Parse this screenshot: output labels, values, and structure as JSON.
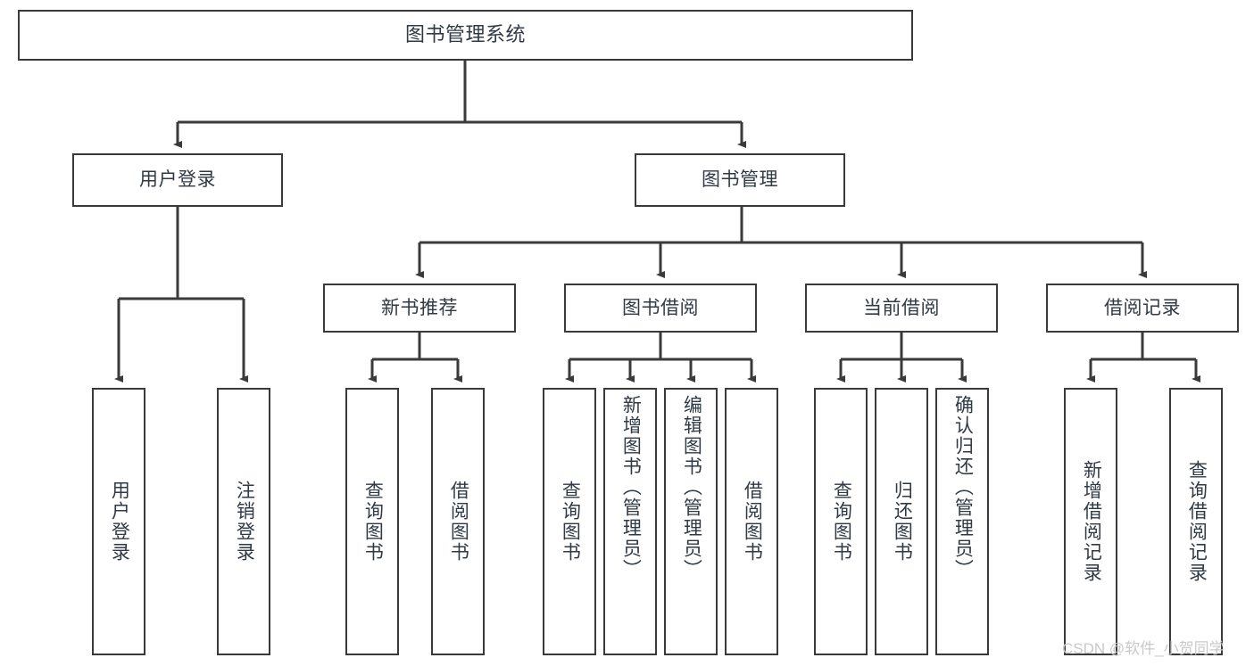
{
  "diagram": {
    "title": "图书管理系统",
    "type": "tree-hierarchy-chart",
    "background_color": "#ffffff",
    "box_border_color": "#3a3a3a",
    "text_color": "#2f3a46",
    "connector_color": "#3a3a3a"
  },
  "nodes": {
    "root": {
      "label": "图书管理系统"
    },
    "level1": [
      {
        "label": "用户登录"
      },
      {
        "label": "图书管理"
      }
    ],
    "level2": [
      {
        "label": "新书推荐"
      },
      {
        "label": "图书借阅"
      },
      {
        "label": "当前借阅"
      },
      {
        "label": "借阅记录"
      }
    ],
    "leaves": {
      "user_login": [
        {
          "label": "用户登录"
        },
        {
          "label": "注销登录"
        }
      ],
      "new_book_recommend": [
        {
          "label": "查询图书"
        },
        {
          "label": "借阅图书"
        }
      ],
      "book_borrow": [
        {
          "label": "查询图书"
        },
        {
          "label": "新增图书（管理员）"
        },
        {
          "label": "编辑图书（管理员）"
        },
        {
          "label": "借阅图书"
        }
      ],
      "current_borrow": [
        {
          "label": "查询图书"
        },
        {
          "label": "归还图书"
        },
        {
          "label": "确认归还（管理员）"
        }
      ],
      "borrow_record": [
        {
          "label": "新增借阅记录"
        },
        {
          "label": "查询借阅记录"
        }
      ]
    }
  },
  "watermark": {
    "text": "CSDN @软件_小贺同学"
  },
  "chart_data": {
    "type": "table",
    "title": "图书管理系统",
    "structure": [
      {
        "node": "图书管理系统",
        "level": 0,
        "children": [
          "用户登录",
          "图书管理"
        ]
      },
      {
        "node": "用户登录",
        "level": 1,
        "children": [
          "用户登录",
          "注销登录"
        ]
      },
      {
        "node": "图书管理",
        "level": 1,
        "children": [
          "新书推荐",
          "图书借阅",
          "当前借阅",
          "借阅记录"
        ]
      },
      {
        "node": "新书推荐",
        "level": 2,
        "children": [
          "查询图书",
          "借阅图书"
        ]
      },
      {
        "node": "图书借阅",
        "level": 2,
        "children": [
          "查询图书",
          "新增图书（管理员）",
          "编辑图书（管理员）",
          "借阅图书"
        ]
      },
      {
        "node": "当前借阅",
        "level": 2,
        "children": [
          "查询图书",
          "归还图书",
          "确认归还（管理员）"
        ]
      },
      {
        "node": "借阅记录",
        "level": 2,
        "children": [
          "新增借阅记录",
          "查询借阅记录"
        ]
      }
    ]
  }
}
